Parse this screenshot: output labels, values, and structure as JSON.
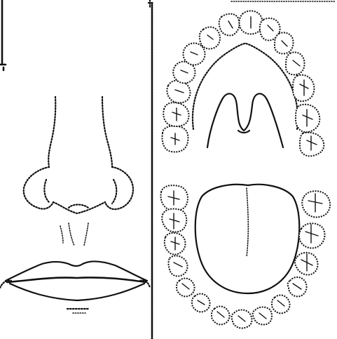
{
  "figure": {
    "left_panel": "nose-and-lips",
    "right_panel": "dental-arches",
    "upper_arch_teeth": 14,
    "lower_arch_teeth": 14
  }
}
